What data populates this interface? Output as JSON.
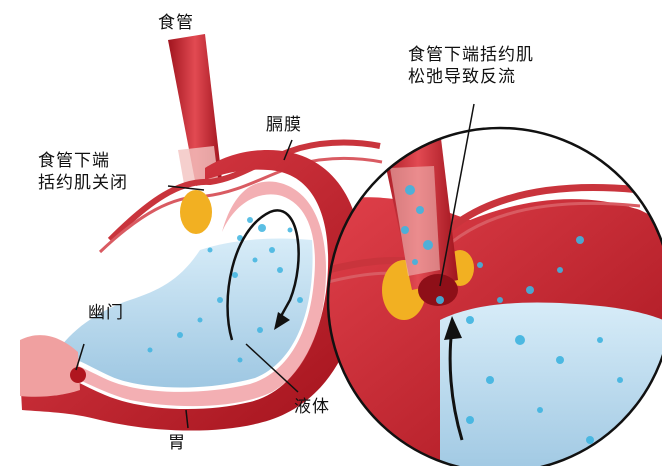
{
  "labels": {
    "esophagus": "食管",
    "diaphragm": "膈膜",
    "les_closed": "食管下端\n括约肌关闭",
    "pylorus": "幽门",
    "liquid": "液体",
    "stomach": "胃",
    "les_relaxed": "食管下端括约肌\n松弛导致反流"
  },
  "colors": {
    "stomach_wall": "#c8202c",
    "stomach_wall_dark": "#8e0f18",
    "stomach_interior": "#b5d6ec",
    "liquid_particles": "#3fb4e0",
    "fat_tissue": "#f2b022",
    "inset_border": "#111111"
  },
  "icons": {
    "arrow": "curved-arrow-icon",
    "reflux_arrow": "reflux-arrow-icon"
  }
}
